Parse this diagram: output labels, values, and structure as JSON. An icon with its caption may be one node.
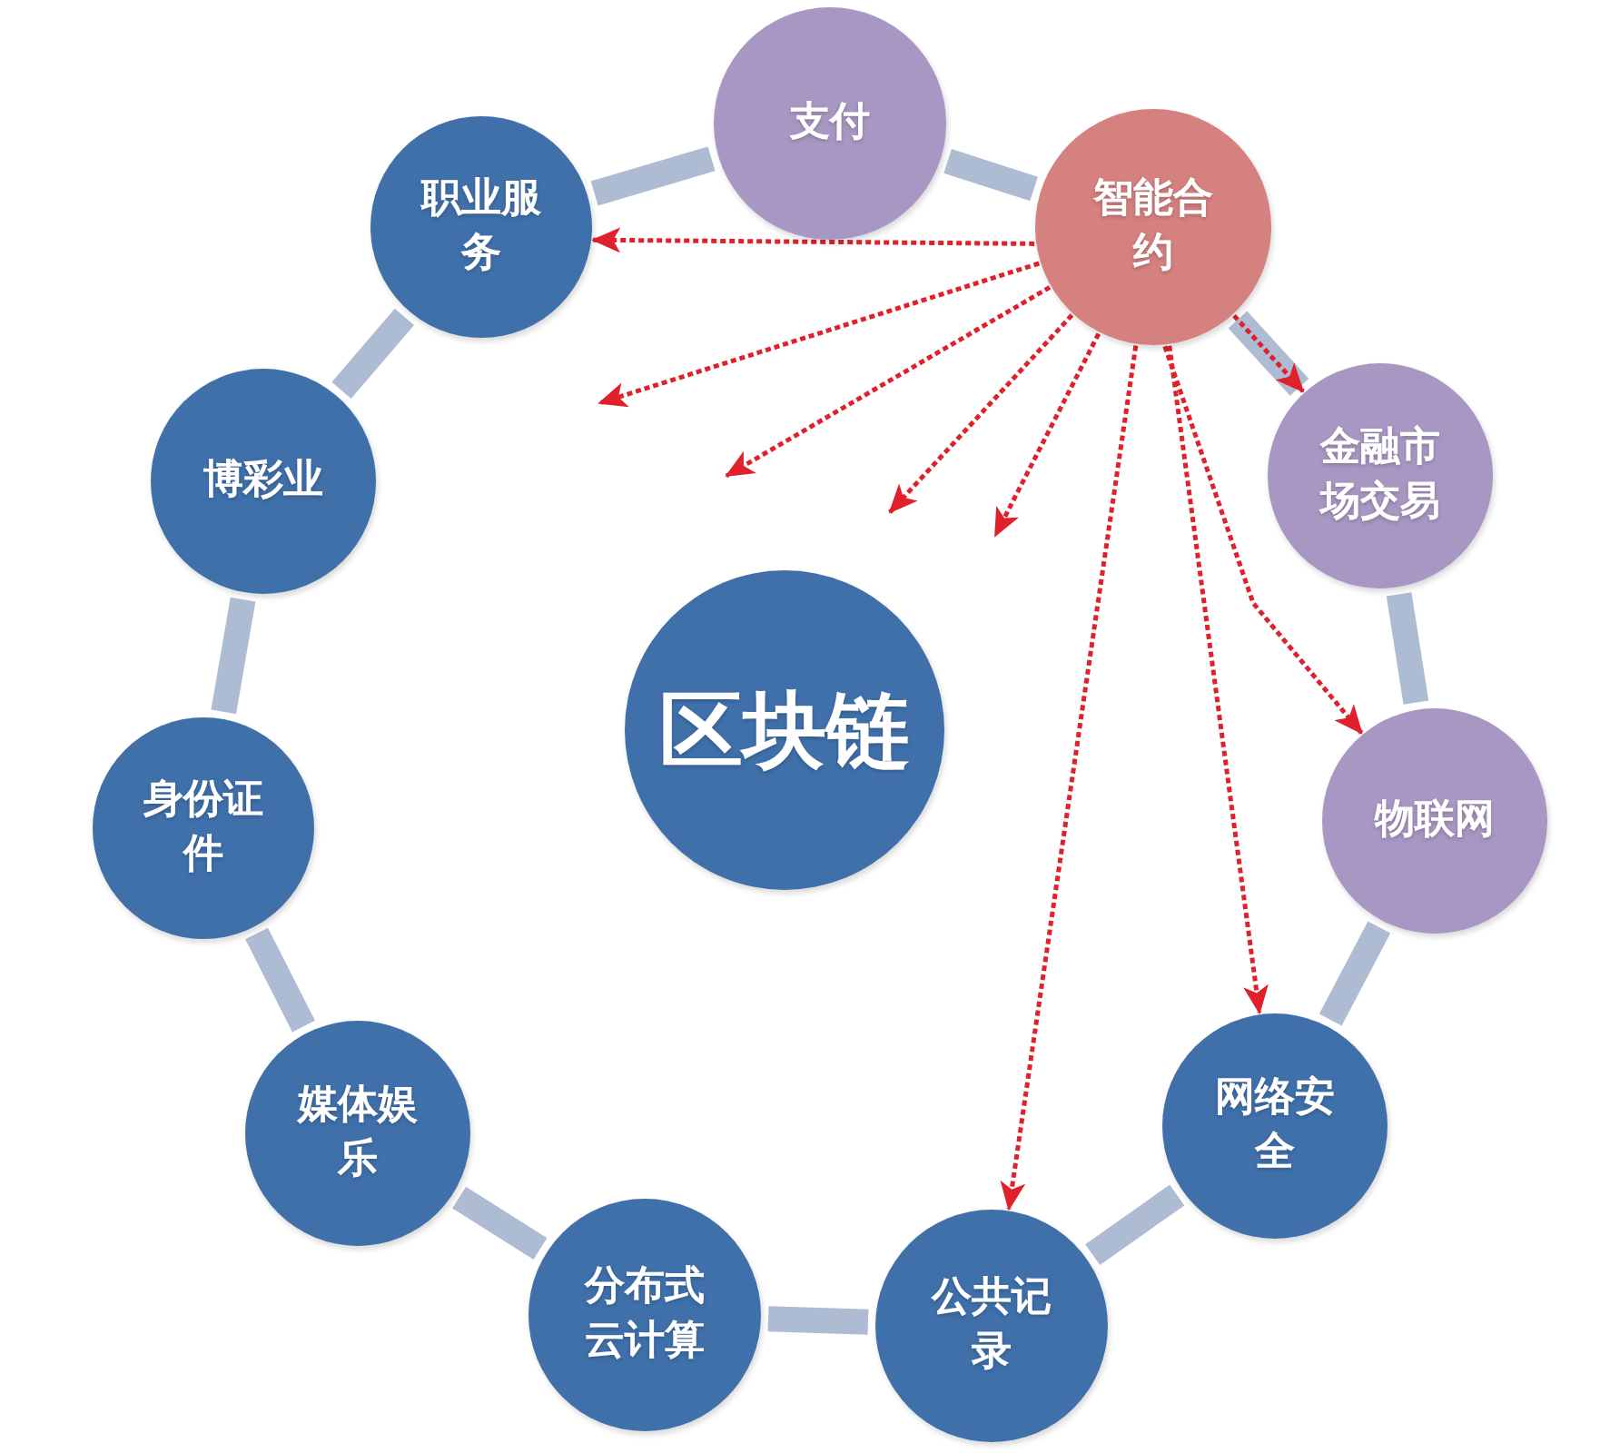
{
  "diagram": {
    "nodes": [
      {
        "text": [
          "支付"
        ]
      },
      {
        "text": [
          "智能合约"
        ]
      },
      {
        "text": [
          "职业服务"
        ]
      },
      {
        "text": [
          "博彩业"
        ]
      },
      {
        "text": [
          "金融市场交易"
        ]
      },
      {
        "text": [
          "区块链"
        ]
      },
      {
        "text": [
          "身份证件"
        ]
      },
      {
        "text": [
          "物联网"
        ]
      },
      {
        "text": [
          "媒体娱乐"
        ]
      },
      {
        "text": [
          "网络安全"
        ]
      },
      {
        "text": [
          "分布式云计算"
        ]
      },
      {
        "text": [
          "公共记录"
        ]
      }
    ],
    "edges": [
      {
        "from": 0,
        "to": 1,
        "arrow": "none"
      },
      {
        "from": 1,
        "to": 4,
        "arrow": "none"
      },
      {
        "from": 4,
        "to": 7,
        "arrow": "none"
      },
      {
        "from": 7,
        "to": 9,
        "arrow": "none"
      },
      {
        "from": 9,
        "to": 11,
        "arrow": "none"
      },
      {
        "from": 11,
        "to": 10,
        "arrow": "none"
      },
      {
        "from": 10,
        "to": 8,
        "arrow": "none"
      },
      {
        "from": 8,
        "to": 6,
        "arrow": "none"
      },
      {
        "from": 6,
        "to": 3,
        "arrow": "none"
      },
      {
        "from": 3,
        "to": 2,
        "arrow": "none"
      },
      {
        "from": 2,
        "to": 0,
        "arrow": "none"
      },
      {
        "from": 1,
        "to": 2,
        "arrow": "to",
        "style": "dashed",
        "color": "#e0202a"
      },
      {
        "from": 1,
        "to": null,
        "arrow": "to",
        "style": "dashed",
        "color": "#e0202a"
      },
      {
        "from": 1,
        "to": null,
        "arrow": "to",
        "style": "dashed",
        "color": "#e0202a"
      },
      {
        "from": 1,
        "to": null,
        "arrow": "to",
        "style": "dashed",
        "color": "#e0202a"
      },
      {
        "from": 1,
        "to": null,
        "arrow": "to",
        "style": "dashed",
        "color": "#e0202a"
      },
      {
        "from": 1,
        "to": 4,
        "arrow": "to",
        "style": "dashed",
        "color": "#e0202a"
      },
      {
        "from": 1,
        "to": 7,
        "arrow": "to",
        "style": "dashed",
        "color": "#e0202a"
      },
      {
        "from": 1,
        "to": 9,
        "arrow": "to",
        "style": "dashed",
        "color": "#e0202a"
      },
      {
        "from": 1,
        "to": 11,
        "arrow": "to",
        "style": "dashed",
        "color": "#e0202a"
      }
    ]
  }
}
